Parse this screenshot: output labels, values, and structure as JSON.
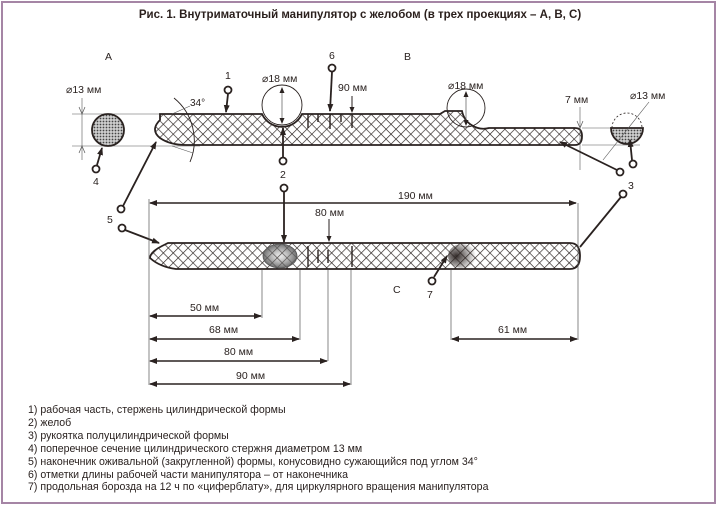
{
  "figure": {
    "title": "Рис. 1. Внутриматочный манипулятор с желобом (в трех проекциях – А, В, С)",
    "frame_color": "#a585a5",
    "ink_color": "#2a2220"
  },
  "projections": {
    "a": "А",
    "b": "В",
    "c": "С"
  },
  "callouts": {
    "n1": "1",
    "n2": "2",
    "n3": "3",
    "n4": "4",
    "n5": "5",
    "n6": "6",
    "n7": "7"
  },
  "dimensions": {
    "rod_diameter": "⌀13 мм",
    "groove_diameter_a": "⌀18 мм",
    "groove_diameter_b": "⌀18 мм",
    "handle_diameter": "⌀13 мм",
    "handle_thickness": "7 мм",
    "tip_angle": "34°",
    "mark_90_top": "90 мм",
    "total_length": "190 мм",
    "mark_80_top": "80 мм",
    "len_50": "50 мм",
    "len_68": "68 мм",
    "len_80": "80 мм",
    "len_90": "90 мм",
    "groove_length": "61 мм"
  },
  "legend": [
    "1) рабочая часть, стержень цилиндрической формы",
    "2) желоб",
    "3) рукоятка полуцилиндрической формы",
    "4) поперечное сечение цилиндрического стержня диаметром 13 мм",
    "5) наконечник оживальной (закругленной) формы, конусовидно сужающийся под углом 34°",
    "6) отметки длины рабочей части манипулятора – от наконечника",
    "7)  продольная борозда на 12 ч по «циферблату», для циркулярного вращения манипулятора"
  ]
}
